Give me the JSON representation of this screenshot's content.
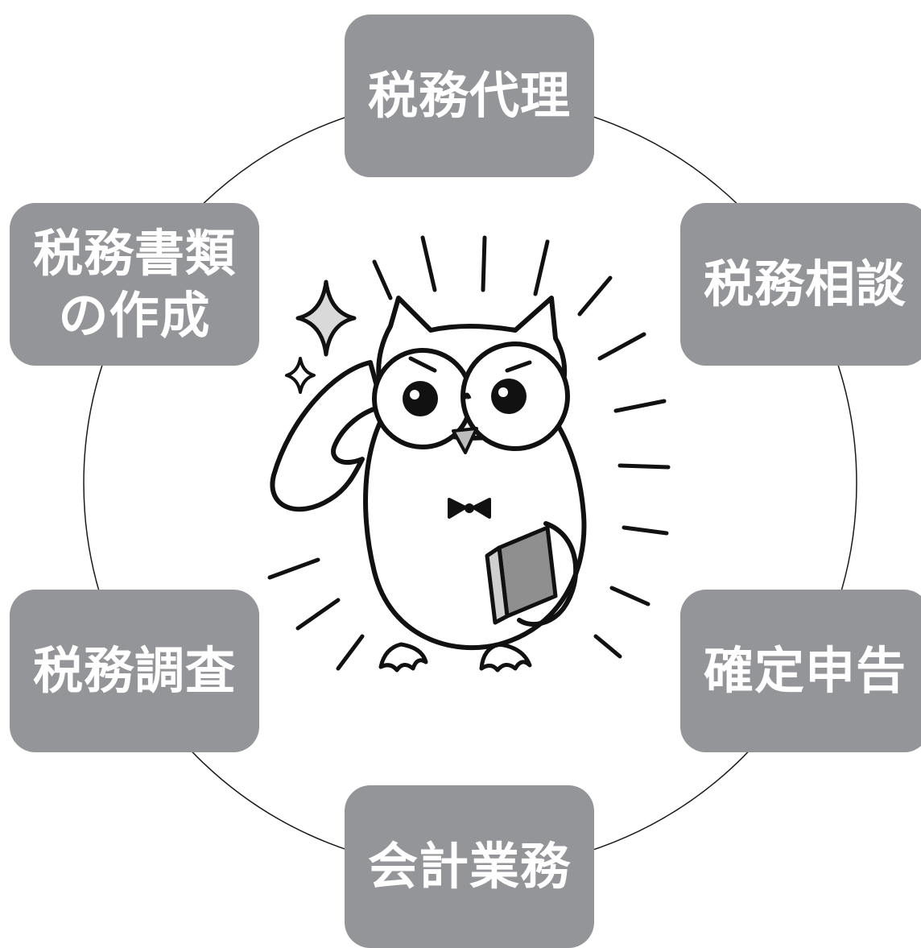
{
  "diagram": {
    "nodes": {
      "top": "税務代理",
      "top_left": "税務書類\nの作成",
      "top_right": "税務相談",
      "bottom_left": "税務調査",
      "bottom_right": "確定申告",
      "bottom": "会計業務"
    },
    "colors": {
      "node_fill": "#949599",
      "node_text": "#ffffff",
      "ring_stroke": "#1a1a1a"
    },
    "center_illustration": "owl-mascot-with-glasses-and-book"
  }
}
